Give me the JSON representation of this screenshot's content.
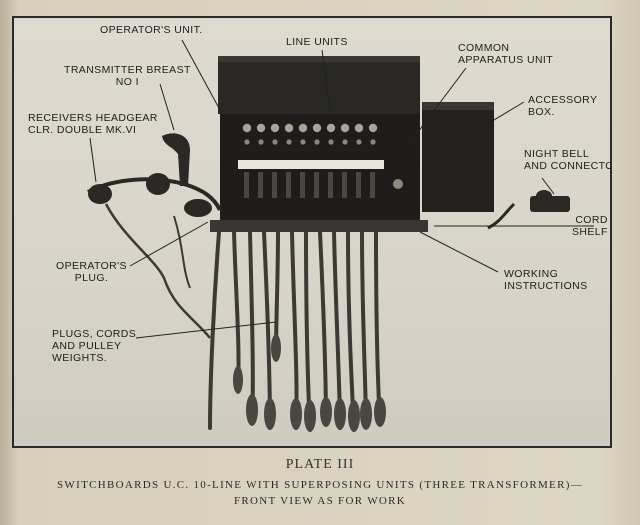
{
  "labels": {
    "operators_unit": "OPERATOR'S UNIT.",
    "line_units": "LINE UNITS",
    "common_apparatus": "COMMON\nAPPARATUS UNIT",
    "transmitter": "TRANSMITTER BREAST\nNo I",
    "accessory": "ACCESSORY\nBOX.",
    "receivers": "RECEIVERS HEADGEAR\nCLR. DOUBLE MK.VI",
    "night_bell": "NIGHT BELL\nAND CONNECTOR",
    "cord_shelf": "CORD\nSHELF",
    "operators_plug": "OPERATOR'S\nPLUG.",
    "working_instructions": "WORKING\nINSTRUCTIONS",
    "plugs_cords": "PLUGS, CORDS\nAND PULLEY\nWEIGHTS."
  },
  "caption": {
    "title": "PLATE III",
    "line1": "SWITCHBOARDS U.C. 10-LINE WITH SUPERPOSING UNITS (THREE TRANSFORMER)—",
    "line2": "FRONT VIEW AS FOR WORK"
  }
}
